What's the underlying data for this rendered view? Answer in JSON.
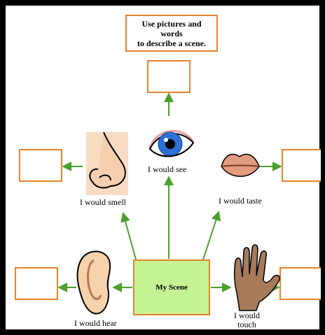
{
  "title": "Use pictures and words to describe a scene.",
  "title_lines": [
    "Use pictures and words",
    "to describe a scene."
  ],
  "center_label": "My Scene",
  "senses": {
    "see": "I would see",
    "smell": "I would smell",
    "taste": "I would taste",
    "hear": "I would hear",
    "touch_lines": [
      "I would",
      "touch"
    ]
  },
  "icons": {
    "eye": "eye-icon",
    "nose": "nose-icon",
    "lips": "lips-icon",
    "ear": "ear-icon",
    "hand": "hand-icon"
  },
  "colors": {
    "box_border": "#e8832a",
    "center_fill": "#c5f394",
    "arrow": "#4aa02c"
  }
}
